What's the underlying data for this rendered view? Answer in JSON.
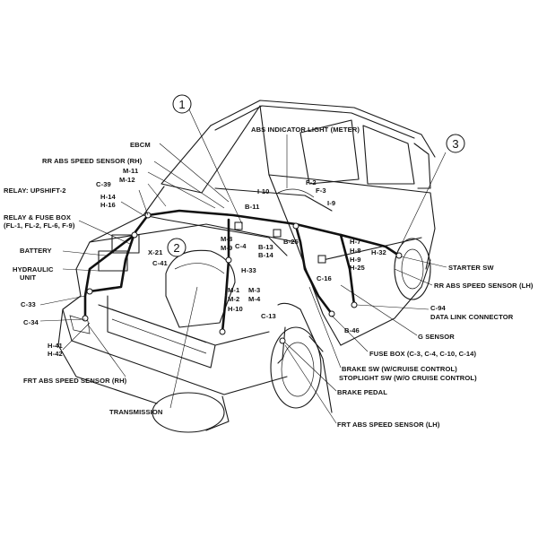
{
  "callouts": [
    "1",
    "2",
    "3"
  ],
  "labels": {
    "ebcm": "EBCM",
    "rr_abs_rh": "RR ABS SPEED SENSOR (RH)",
    "m11": "M-11",
    "m12": "M-12",
    "c39": "C-39",
    "relay_upshift": "RELAY: UPSHIFT-2",
    "h14": "H-14",
    "h16": "H-16",
    "relay_fuse_1": "RELAY & FUSE BOX",
    "relay_fuse_2": "(FL-1, FL-2, FL-6, F-9)",
    "battery": "BATTERY",
    "x21": "X-21",
    "c41": "C-41",
    "hydraulic_1": "HYDRAULIC",
    "hydraulic_2": "UNIT",
    "c33": "C-33",
    "c34": "C-34",
    "h41": "H-41",
    "h42": "H-42",
    "frt_abs_rh": "FRT ABS SPEED SENSOR (RH)",
    "transmission": "TRANSMISSION",
    "abs_light": "ABS INDICATOR LIGHT (METER)",
    "f2": "F-2",
    "f3": "F-3",
    "i10": "I-10",
    "i9": "I-9",
    "b11": "B-11",
    "m8": "M-8",
    "m9": "M-9",
    "c4": "C-4",
    "b25": "B-25",
    "b13": "B-13",
    "b14": "B-14",
    "h33": "H-33",
    "h7": "H-7",
    "h8": "H-8",
    "h9": "H-9",
    "h25": "H-25",
    "h32": "H-32",
    "m1": "M-1",
    "m2": "M-2",
    "m3": "M-3",
    "m4": "M-4",
    "h10": "H-10",
    "c16": "C-16",
    "c13": "C-13",
    "b46": "B-46",
    "starter_sw": "STARTER SW",
    "rr_abs_lh": "RR ABS SPEED SENSOR (LH)",
    "c94": "C-94",
    "data_link": "DATA LINK CONNECTOR",
    "g_sensor": "G SENSOR",
    "fuse_box": "FUSE BOX (C-3, C-4, C-10, C-14)",
    "brake_sw": "BRAKE SW (W/CRUISE CONTROL)",
    "stoplight_sw": "STOPLIGHT SW (W/O CRUISE CONTROL)",
    "brake_pedal": "BRAKE PEDAL",
    "frt_abs_lh": "FRT ABS SPEED SENSOR (LH)"
  }
}
